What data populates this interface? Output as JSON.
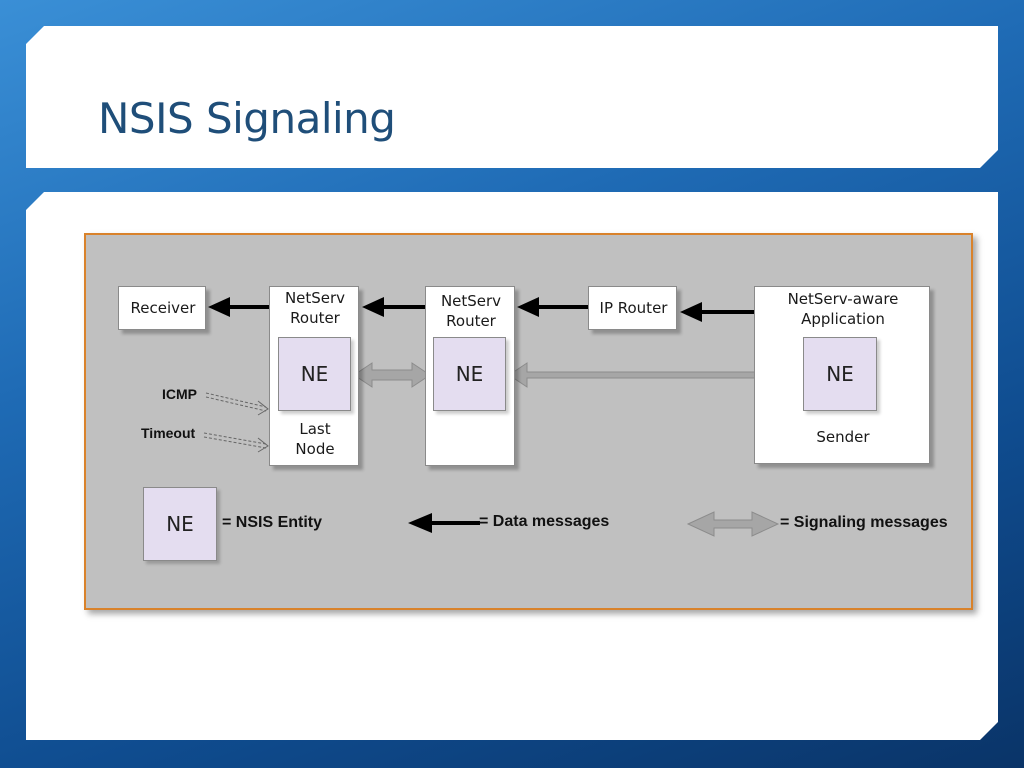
{
  "slide": {
    "title": "NSIS Signaling"
  },
  "diagram": {
    "nodes": {
      "receiver": "Receiver",
      "netserv_router_1": "NetServ\nRouter",
      "netserv_router_2": "NetServ\nRouter",
      "ip_router": "IP Router",
      "application": "NetServ-aware\nApplication",
      "last_node": "Last\nNode",
      "sender": "Sender",
      "ne": "NE"
    },
    "side_labels": {
      "icmp": "ICMP",
      "timeout": "Timeout"
    },
    "legend": {
      "ne_symbol": "NE",
      "ne_text": "= NSIS Entity",
      "data_text": "= Data messages",
      "signaling_text": "= Signaling messages"
    },
    "colors": {
      "frame_bg": "#c0c0c0",
      "frame_border": "#d9822b",
      "ne_fill": "#e4ddf0",
      "data_arrow": "#000000",
      "signaling_arrow": "#a6a6a6",
      "title": "#1f4e79"
    }
  }
}
